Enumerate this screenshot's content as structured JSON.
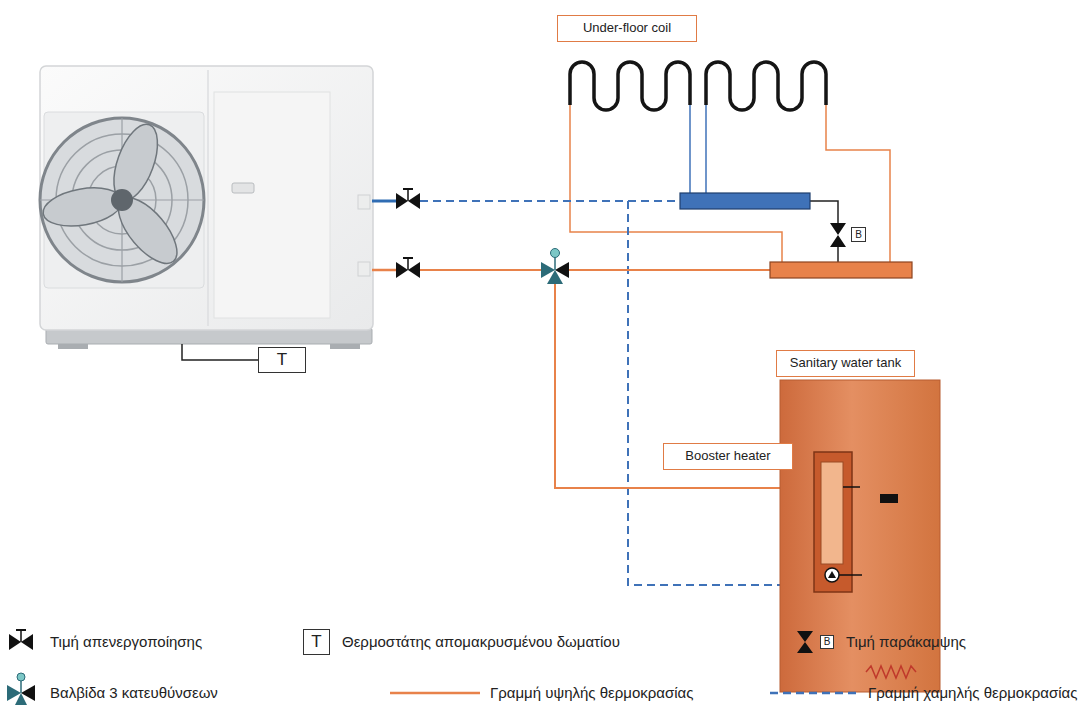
{
  "diagram": {
    "nodes": [
      {
        "text": [
          "Under-floor coil"
        ]
      },
      {
        "text": [
          "B"
        ]
      },
      {
        "text": [
          "T"
        ]
      },
      {
        "text": [
          "Sanitary water tank"
        ]
      },
      {
        "text": [
          "Booster heater"
        ],
        "in": 3
      }
    ],
    "labels": [
      "T",
      "B"
    ],
    "legend": [
      {
        "text": "Τιμή απενεργοποίησης"
      },
      {
        "text": "Θερμοστάτης απομακρυσμένου δωματίου"
      },
      {
        "text": "Τιμή παράκαμψης"
      },
      {
        "text": "Βαλβίδα 3 κατευθύνσεων"
      },
      {
        "text": "Γραμμή υψηλής θερμοκρασίας"
      },
      {
        "text": "Γραμμή χαμηλής θερμοκρασίας"
      }
    ]
  }
}
